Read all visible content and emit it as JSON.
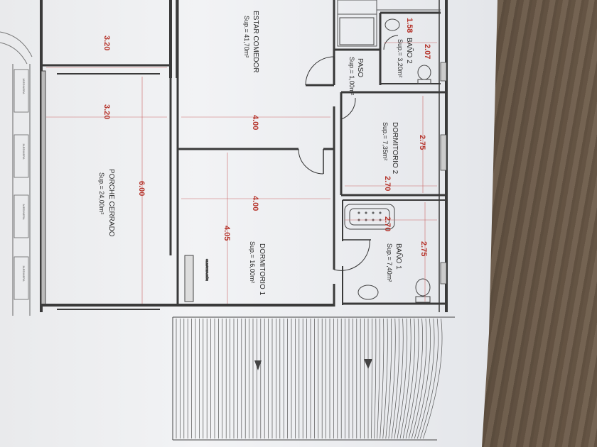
{
  "rooms": {
    "estar": {
      "name": "ESTAR COMEDOR",
      "area": "Sup.= 41,70m²"
    },
    "porche": {
      "name": "PORCHE CERRADO",
      "area": "Sup.= 24,00m²"
    },
    "dorm1": {
      "name": "DORMITORIO 1",
      "area": "Sup.= 16,00m²"
    },
    "dorm2": {
      "name": "DORMITORIO 2",
      "area": "Sup.= 7,35m²"
    },
    "bano1": {
      "name": "BAÑO 1",
      "area": "Sup.= 7,40m²"
    },
    "bano2": {
      "name": "BAÑO 2",
      "area": "Sup.= 3,20m²"
    },
    "paso": {
      "name": "PASO",
      "area": "Sup.= 1,00m²"
    }
  },
  "dimensions": {
    "porche_top": "3.20",
    "porche_mid": "3.20",
    "porche_len": "6.00",
    "estar_width": "4.00",
    "dorm1_width": "4.00",
    "dorm1_len": "4.05",
    "dorm2_len": "2.75",
    "dorm2_width": "2.70",
    "bano1_width": "2.70",
    "bano1_len": "2.75",
    "bano2_width": "1.58",
    "bano2_len": "2.07"
  },
  "labels": {
    "jardinera": "JARDINERA",
    "climatizacion": "CLIMATIZACIÓN"
  }
}
